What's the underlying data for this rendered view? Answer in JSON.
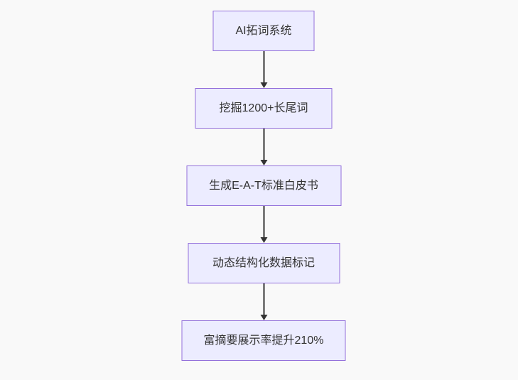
{
  "diagram": {
    "type": "flowchart",
    "direction": "top-down",
    "nodes": [
      {
        "id": "A",
        "label": "AI拓词系统"
      },
      {
        "id": "B",
        "label": "挖掘1200+长尾词"
      },
      {
        "id": "C",
        "label": "生成E-A-T标准白皮书"
      },
      {
        "id": "D",
        "label": "动态结构化数据标记"
      },
      {
        "id": "E",
        "label": "富摘要展示率提升210%"
      }
    ],
    "edges": [
      {
        "from": "A",
        "to": "B",
        "style": "arrow-down"
      },
      {
        "from": "B",
        "to": "C",
        "style": "arrow-down"
      },
      {
        "from": "C",
        "to": "D",
        "style": "arrow-down"
      },
      {
        "from": "D",
        "to": "E",
        "style": "arrow-down"
      }
    ],
    "colors": {
      "node_fill": "#ECECFF",
      "node_border": "#9370DB",
      "arrow": "#333333",
      "text": "#333333",
      "background": "#f9f9f9"
    }
  }
}
